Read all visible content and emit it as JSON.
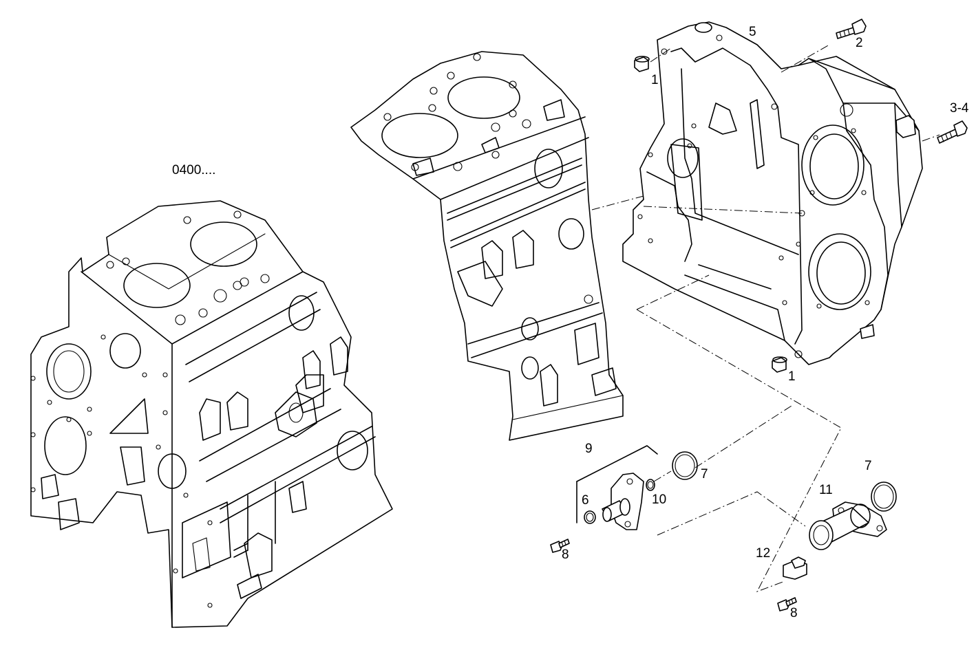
{
  "diagram": {
    "assembly_code": "0400....",
    "callouts": [
      {
        "id": "c1a",
        "text": "1"
      },
      {
        "id": "c1b",
        "text": "1"
      },
      {
        "id": "c2",
        "text": "2"
      },
      {
        "id": "c34",
        "text": "3-4"
      },
      {
        "id": "c5",
        "text": "5"
      },
      {
        "id": "c6",
        "text": "6"
      },
      {
        "id": "c7a",
        "text": "7"
      },
      {
        "id": "c7b",
        "text": "7"
      },
      {
        "id": "c8a",
        "text": "8"
      },
      {
        "id": "c8b",
        "text": "8"
      },
      {
        "id": "c9",
        "text": "9"
      },
      {
        "id": "c10",
        "text": "10"
      },
      {
        "id": "c11",
        "text": "11"
      },
      {
        "id": "c12",
        "text": "12"
      }
    ]
  },
  "colors": {
    "line": "#000000",
    "background": "#ffffff"
  }
}
